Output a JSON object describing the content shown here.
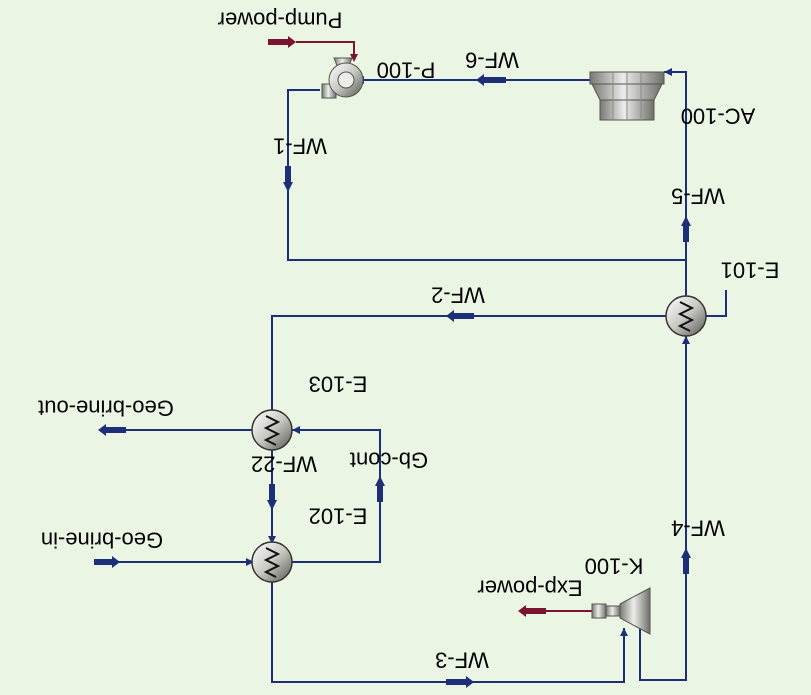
{
  "colors": {
    "background": "#eaf5e3",
    "material_stream": "#1e2f7a",
    "energy_stream": "#7a1430",
    "equipment_fill": "#c9c9c3",
    "equipment_dark": "#6f6f6a"
  },
  "equipment": {
    "pump": {
      "name": "P-100",
      "icon": "pump-icon"
    },
    "air_cooler": {
      "name": "AC-100",
      "icon": "air-cooler-icon"
    },
    "recuperator": {
      "name": "E-101",
      "icon": "heat-exchanger-icon"
    },
    "condenser_hx": {
      "name": "E-103",
      "icon": "heat-exchanger-icon"
    },
    "evaporator_hx": {
      "name": "E-102",
      "icon": "heat-exchanger-icon"
    },
    "expander": {
      "name": "K-100",
      "icon": "expander-icon"
    }
  },
  "streams": {
    "wf1": "WF-1",
    "wf2": "WF-2",
    "wf22": "WF-22",
    "wf3": "WF-3",
    "wf4": "WF-4",
    "wf5": "WF-5",
    "wf6": "WF-6",
    "gb_cont": "Gb-cont",
    "geo_brine_in": "Geo-brine-in",
    "geo_brine_out": "Geo-brine-out"
  },
  "energy_streams": {
    "pump_power": "Pump-power",
    "exp_power": "Exp-power"
  }
}
